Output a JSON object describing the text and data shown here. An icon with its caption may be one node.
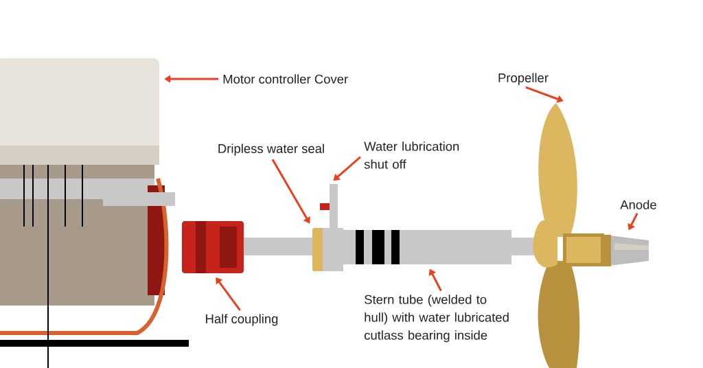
{
  "diagram": {
    "nodes": [
      {
        "text": [
          "Motor controller Cover"
        ]
      },
      {
        "text": [
          "Propeller"
        ]
      },
      {
        "text": [
          "Dripless water seal"
        ]
      },
      {
        "text": [
          "Water lubrication shut off"
        ]
      },
      {
        "text": [
          "Anode"
        ]
      },
      {
        "text": [
          "Half coupling"
        ]
      },
      {
        "text": [
          "Stern tube (welded to hull) with water lubricated cutlass bearing inside"
        ]
      },
      {
        "text": [],
        "shape": "picture"
      },
      {
        "text": [],
        "shape": "picture"
      },
      {
        "text": [],
        "shape": "picture"
      },
      {
        "text": [],
        "shape": "picture"
      },
      {
        "text": [],
        "shape": "picture"
      },
      {
        "text": [],
        "shape": "picture"
      },
      {
        "text": [],
        "shape": "picture"
      }
    ],
    "edges": [
      {
        "from": 0,
        "to": 7,
        "arrow": "to"
      },
      {
        "from": 1,
        "to": 8,
        "arrow": "to"
      },
      {
        "from": 2,
        "to": 9,
        "arrow": "to"
      },
      {
        "from": 3,
        "to": 10,
        "arrow": "to"
      },
      {
        "from": 4,
        "to": 11,
        "arrow": "to"
      },
      {
        "from": 5,
        "to": 12,
        "arrow": "to"
      },
      {
        "from": 6,
        "to": 13,
        "arrow": "to"
      }
    ]
  }
}
